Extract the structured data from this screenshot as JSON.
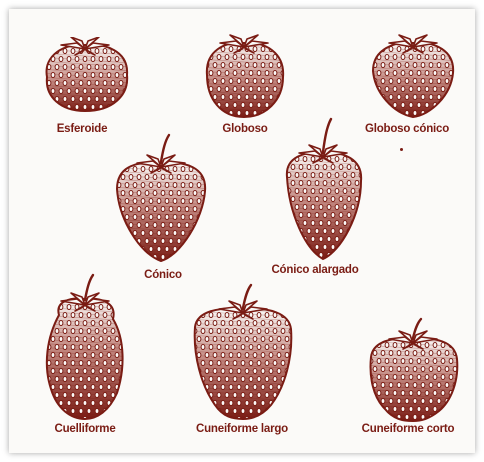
{
  "colors": {
    "ink": "#7a1c14",
    "paper": "#fbfaf8"
  },
  "figures": [
    {
      "id": "esferoide",
      "label": "Esferoide",
      "icon": "strawberry-spheroid-icon"
    },
    {
      "id": "globoso",
      "label": "Globoso",
      "icon": "strawberry-globose-icon"
    },
    {
      "id": "globoso-conico",
      "label": "Globoso cónico",
      "icon": "strawberry-globose-conical-icon"
    },
    {
      "id": "conico",
      "label": "Cónico",
      "icon": "strawberry-conical-icon"
    },
    {
      "id": "conico-alargado",
      "label": "Cónico alargado",
      "icon": "strawberry-long-conical-icon"
    },
    {
      "id": "cuelliforme",
      "label": "Cuelliforme",
      "icon": "strawberry-necked-icon"
    },
    {
      "id": "cuneiforme-largo",
      "label": "Cuneiforme largo",
      "icon": "strawberry-long-wedge-icon"
    },
    {
      "id": "cuneiforme-corto",
      "label": "Cuneiforme corto",
      "icon": "strawberry-short-wedge-icon"
    }
  ]
}
